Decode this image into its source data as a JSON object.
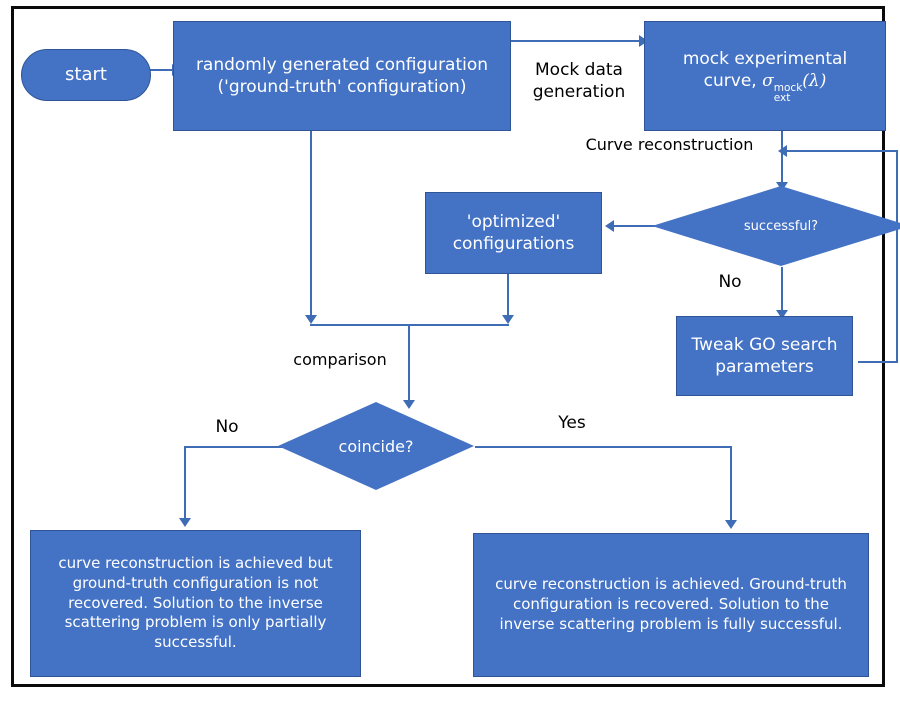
{
  "diagram": {
    "title": "Mock-data inverse scattering validation workflow",
    "colors": {
      "node_fill": "#4472C4",
      "node_stroke": "#2F5597",
      "connector": "#3E6DB5",
      "frame": "#0A0A0A",
      "node_text": "#FFFFFF",
      "edge_text": "#000000",
      "background": "#FFFFFF"
    },
    "nodes": {
      "start": {
        "label": "start",
        "shape": "oval"
      },
      "ground_truth": {
        "line1": "randomly generated configuration",
        "line2": "('ground-truth' configuration)",
        "shape": "rect"
      },
      "mock_curve": {
        "line1": "mock experimental",
        "line2_prefix": "curve, ",
        "symbol_base": "σ",
        "symbol_sup": "mock",
        "symbol_sub": "ext",
        "symbol_arg": "(λ)",
        "shape": "rect"
      },
      "successful": {
        "label": "successful?",
        "shape": "diamond"
      },
      "optimized": {
        "line1": "'optimized'",
        "line2": "configurations",
        "shape": "rect"
      },
      "tweak": {
        "line1": "Tweak GO  search",
        "line2": "parameters",
        "shape": "rect"
      },
      "coincide": {
        "label": "coincide?",
        "shape": "diamond"
      },
      "result_partial": {
        "label": "curve reconstruction is achieved but ground-truth configuration is not recovered. Solution to the inverse scattering problem is only partially successful.",
        "shape": "rect"
      },
      "result_full": {
        "label": "curve reconstruction is achieved. Ground-truth configuration is recovered. Solution to the inverse scattering problem is fully successful.",
        "shape": "rect"
      }
    },
    "edge_labels": {
      "mock_data_generation": "Mock data\ngeneration",
      "curve_reconstruction": "Curve reconstruction",
      "no_successful": "No",
      "comparison": "comparison",
      "no_coincide": "No",
      "yes_coincide": "Yes"
    }
  }
}
